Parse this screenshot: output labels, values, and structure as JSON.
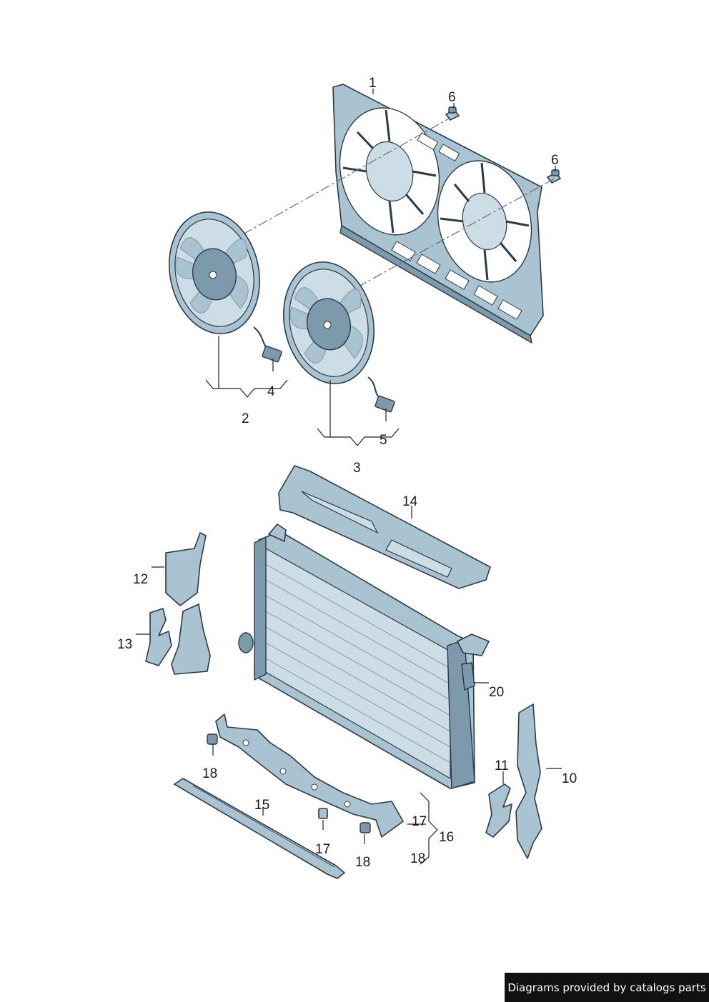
{
  "callouts": {
    "c1": "1",
    "c2": "2",
    "c3": "3",
    "c4": "4",
    "c5": "5",
    "c6a": "6",
    "c6b": "6",
    "c10": "10",
    "c11": "11",
    "c12": "12",
    "c13": "13",
    "c14": "14",
    "c15": "15",
    "c16": "16",
    "c17a": "17",
    "c17b": "17",
    "c18a": "18",
    "c18b": "18",
    "c18c": "18",
    "c20": "20"
  },
  "footer": {
    "text": "Diagrams provided by catalogs parts"
  },
  "colors": {
    "part_fill": "#a9c3d1",
    "outline": "#2b3a44",
    "banner_bg": "#111111"
  }
}
